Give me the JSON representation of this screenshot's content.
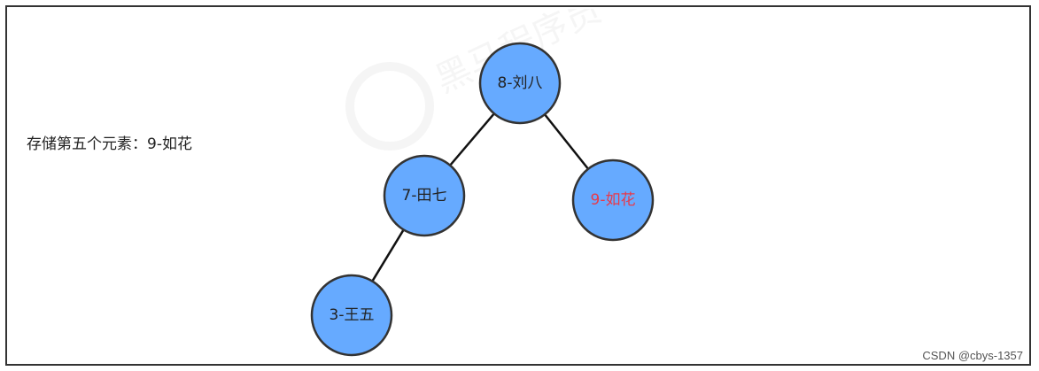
{
  "caption": "存储第五个元素：9-如花",
  "credit": "CSDN @cbys-1357",
  "colors": {
    "node_fill": "#66aaff",
    "node_stroke": "#333333",
    "label_default": "#222222",
    "label_highlight": "#e83a4a"
  },
  "tree": {
    "nodes": [
      {
        "id": "n8",
        "label": "8-刘八",
        "highlight": false
      },
      {
        "id": "n7",
        "label": "7-田七",
        "highlight": false
      },
      {
        "id": "n9",
        "label": "9-如花",
        "highlight": true
      },
      {
        "id": "n3",
        "label": "3-王五",
        "highlight": false
      }
    ],
    "edges": [
      {
        "from": "n8",
        "to": "n7"
      },
      {
        "from": "n8",
        "to": "n9"
      },
      {
        "from": "n7",
        "to": "n3"
      }
    ]
  }
}
